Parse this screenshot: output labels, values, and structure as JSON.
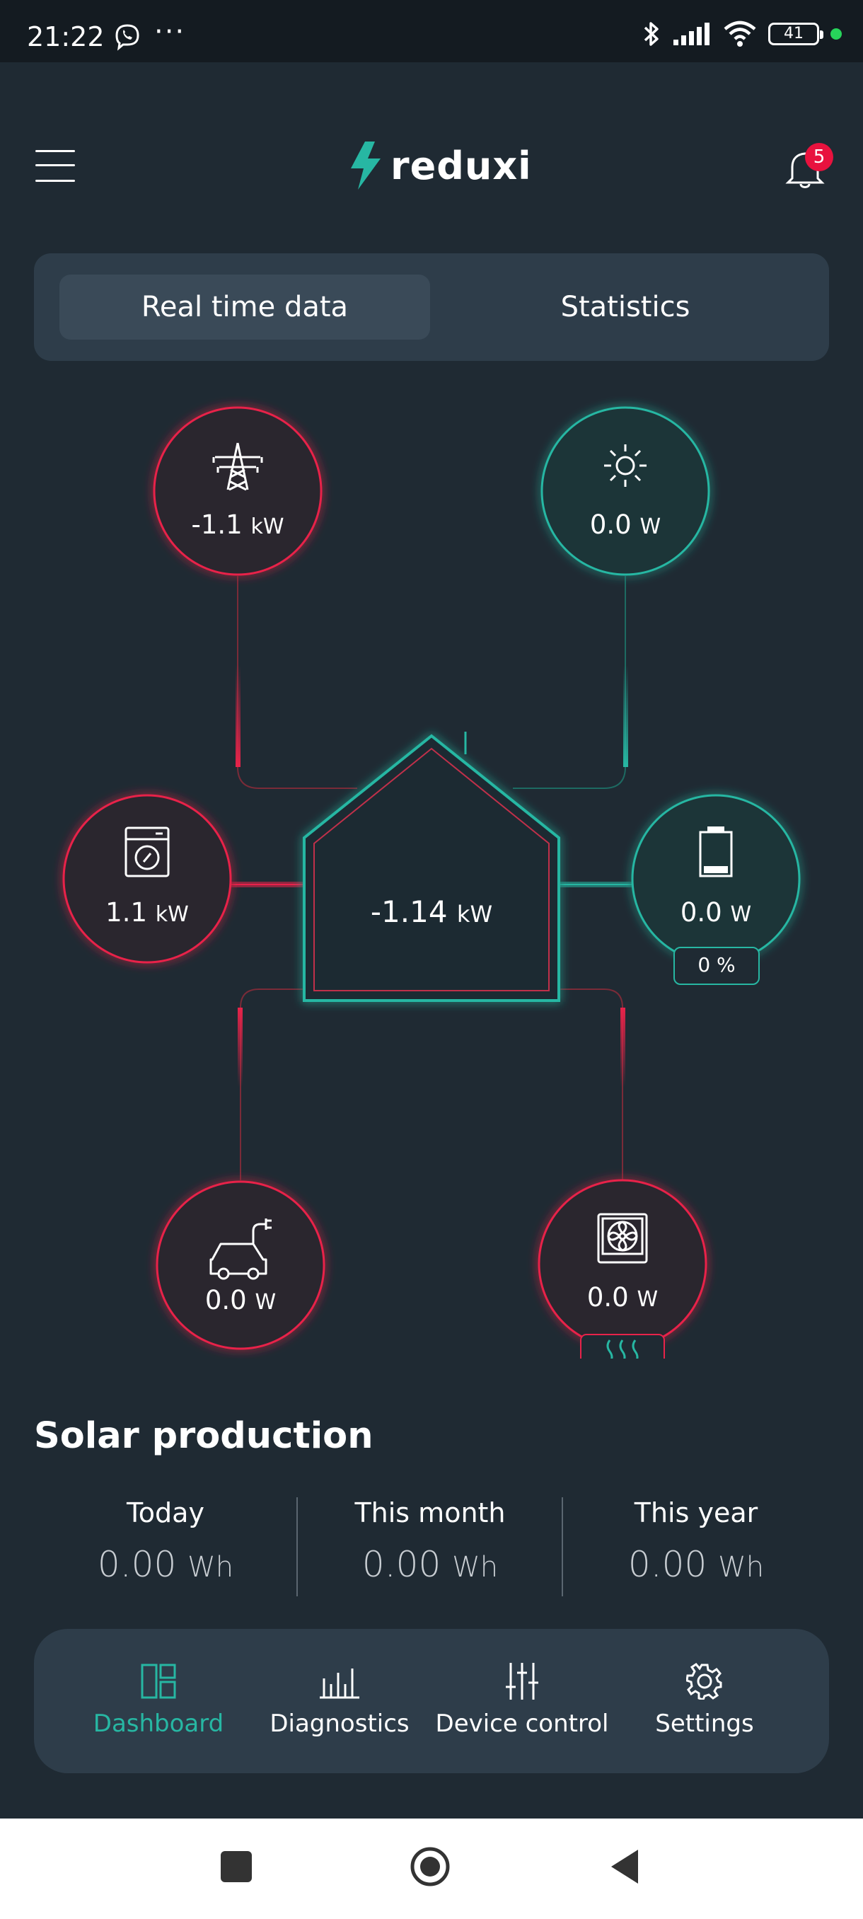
{
  "status_bar": {
    "time": "21:22",
    "more": "···",
    "battery_level": "41"
  },
  "header": {
    "logo_text": "reduxi",
    "notification_count": "5"
  },
  "tabs": [
    {
      "label": "Real time data",
      "active": true
    },
    {
      "label": "Statistics",
      "active": false
    }
  ],
  "energy_flow": {
    "grid": {
      "value": "-1.1",
      "unit": "kW",
      "icon": "power-pylon-icon",
      "color": "#e8234a"
    },
    "solar": {
      "value": "0.0",
      "unit": "W",
      "icon": "sun-icon",
      "color": "#27b7a3"
    },
    "house": {
      "value": "-1.14",
      "unit": "kW",
      "icon": "house-icon"
    },
    "appliance": {
      "value": "1.1",
      "unit": "kW",
      "icon": "washing-machine-icon",
      "color": "#e8234a"
    },
    "battery": {
      "value": "0.0",
      "unit": "W",
      "percent": "0 %",
      "icon": "battery-icon",
      "color": "#27b7a3"
    },
    "ev": {
      "value": "0.0",
      "unit": "W",
      "icon": "electric-car-icon",
      "color": "#e8234a"
    },
    "heat_pump": {
      "value": "0.0",
      "unit": "W",
      "icon": "heat-pump-icon",
      "color": "#e8234a"
    }
  },
  "solar_production": {
    "title": "Solar production",
    "periods": [
      {
        "label": "Today",
        "value": "0.00",
        "unit": "Wh"
      },
      {
        "label": "This month",
        "value": "0.00",
        "unit": "Wh"
      },
      {
        "label": "This year",
        "value": "0.00",
        "unit": "Wh"
      }
    ]
  },
  "bottom_nav": [
    {
      "label": "Dashboard",
      "icon": "dashboard-icon",
      "active": true
    },
    {
      "label": "Diagnostics",
      "icon": "bar-chart-icon",
      "active": false
    },
    {
      "label": "Device control",
      "icon": "sliders-icon",
      "active": false
    },
    {
      "label": "Settings",
      "icon": "gear-icon",
      "active": false
    }
  ],
  "colors": {
    "accent": "#27b7a3",
    "alert": "#e8234a",
    "background": "#1f2a33",
    "panel": "#2e3d4a"
  }
}
